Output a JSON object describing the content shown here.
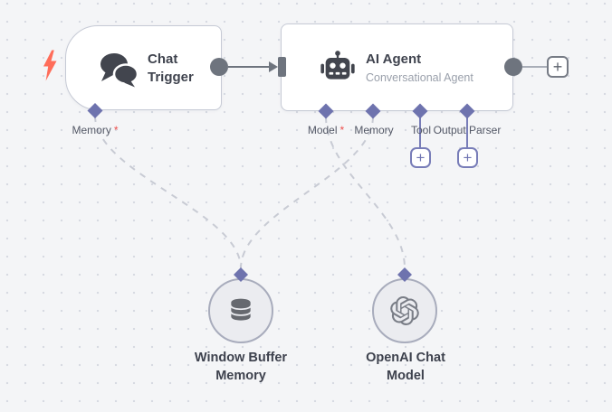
{
  "canvas": {
    "background": "#f4f5f7",
    "dot_color": "#d7dae2"
  },
  "colors": {
    "node_border": "#c6cad5",
    "icon_dark": "#42454e",
    "connector_gray": "#6e747e",
    "connector_purple": "#6e73ae",
    "dashed_line": "#c8cbd4",
    "required_red": "#ed4f4c",
    "trigger_bolt": "#ff6d5a"
  },
  "chat_trigger": {
    "title": "Chat Trigger",
    "memory_connector": {
      "label": "Memory",
      "required_mark": "*"
    }
  },
  "ai_agent": {
    "title": "AI Agent",
    "subtitle": "Conversational Agent",
    "connectors": [
      {
        "label": "Model",
        "required_mark": "*"
      },
      {
        "label": "Memory"
      },
      {
        "label": "Tool"
      },
      {
        "label": "Output Parser"
      }
    ]
  },
  "memory_node": {
    "title": "Window Buffer Memory"
  },
  "model_node": {
    "title": "OpenAI Chat Model"
  },
  "buttons": {
    "add_next_node": "+",
    "add_tool": "+",
    "add_output_parser": "+"
  }
}
